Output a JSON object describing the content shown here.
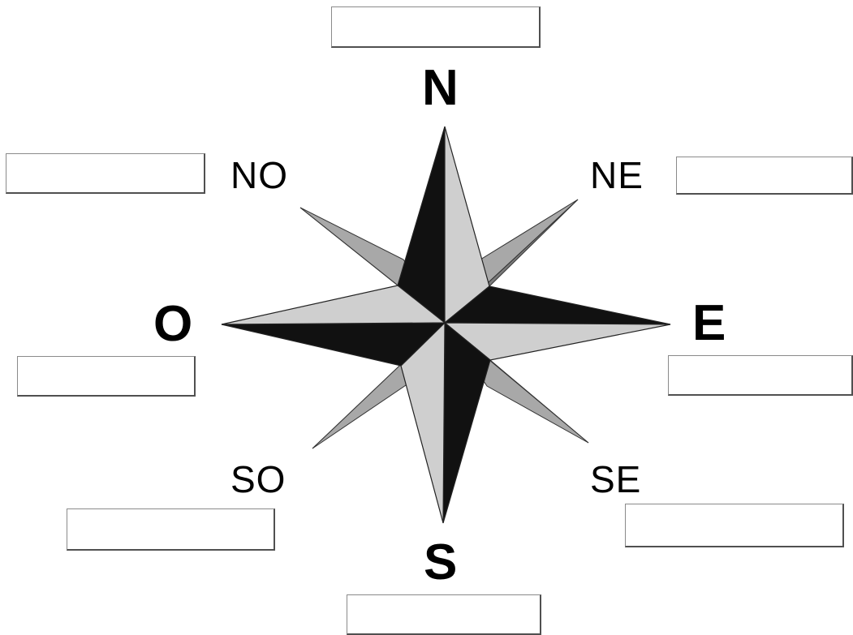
{
  "directions": {
    "north": "N",
    "south": "S",
    "east": "E",
    "west": "O",
    "northeast": "NE",
    "northwest": "NO",
    "southeast": "SE",
    "southwest": "SO"
  },
  "answer_boxes": {
    "north": "",
    "south": "",
    "east": "",
    "west": "",
    "northeast": "",
    "northwest": "",
    "southeast": "",
    "southwest": ""
  },
  "colors": {
    "dark_face": "#111111",
    "light_face": "#cfcfcf",
    "mid_face": "#7a7a7a",
    "pale_face": "#a8a8a8"
  }
}
